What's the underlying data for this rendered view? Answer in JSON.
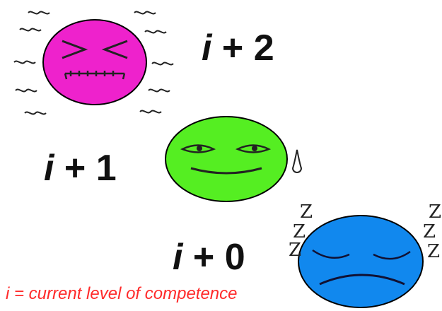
{
  "levels": [
    {
      "variable": "i",
      "operator": " + ",
      "value": "2",
      "face_color": "#ee22cc",
      "face": "stressed"
    },
    {
      "variable": "i",
      "operator": " + ",
      "value": "1",
      "face_color": "#55ee22",
      "face": "calm-focused"
    },
    {
      "variable": "i",
      "operator": " + ",
      "value": "0",
      "face_color": "#1188ee",
      "face": "bored-sleepy"
    }
  ],
  "caption": "i = current level of competence",
  "sleep_glyph": "Z",
  "colors": {
    "caption": "#ff2a2a",
    "text": "#111111",
    "outline": "#000000"
  }
}
